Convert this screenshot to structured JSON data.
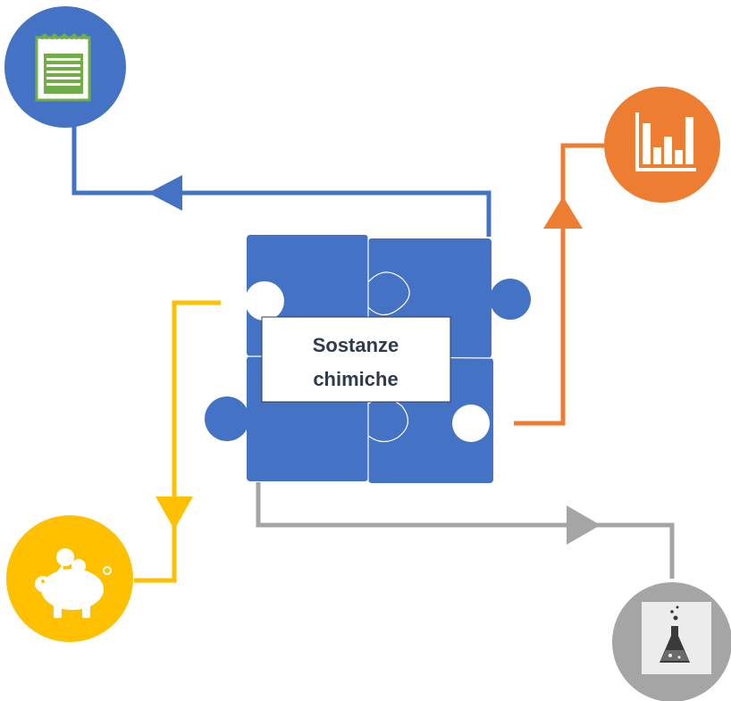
{
  "center_label": {
    "line1": "Sostanze",
    "line2": "chimiche"
  },
  "colors": {
    "puzzle": "#4472c4",
    "blue": "#4472c4",
    "orange": "#ed7d31",
    "yellow": "#ffc000",
    "gray": "#a5a5a5",
    "notepad_green": "#70ad47"
  },
  "nodes": [
    {
      "id": "notepad",
      "icon": "notepad-icon",
      "color": "#4472c4"
    },
    {
      "id": "chart",
      "icon": "bar-chart-icon",
      "color": "#ed7d31"
    },
    {
      "id": "savings",
      "icon": "piggy-bank-icon",
      "color": "#ffc000"
    },
    {
      "id": "lab",
      "icon": "flask-icon",
      "color": "#a5a5a5"
    }
  ]
}
